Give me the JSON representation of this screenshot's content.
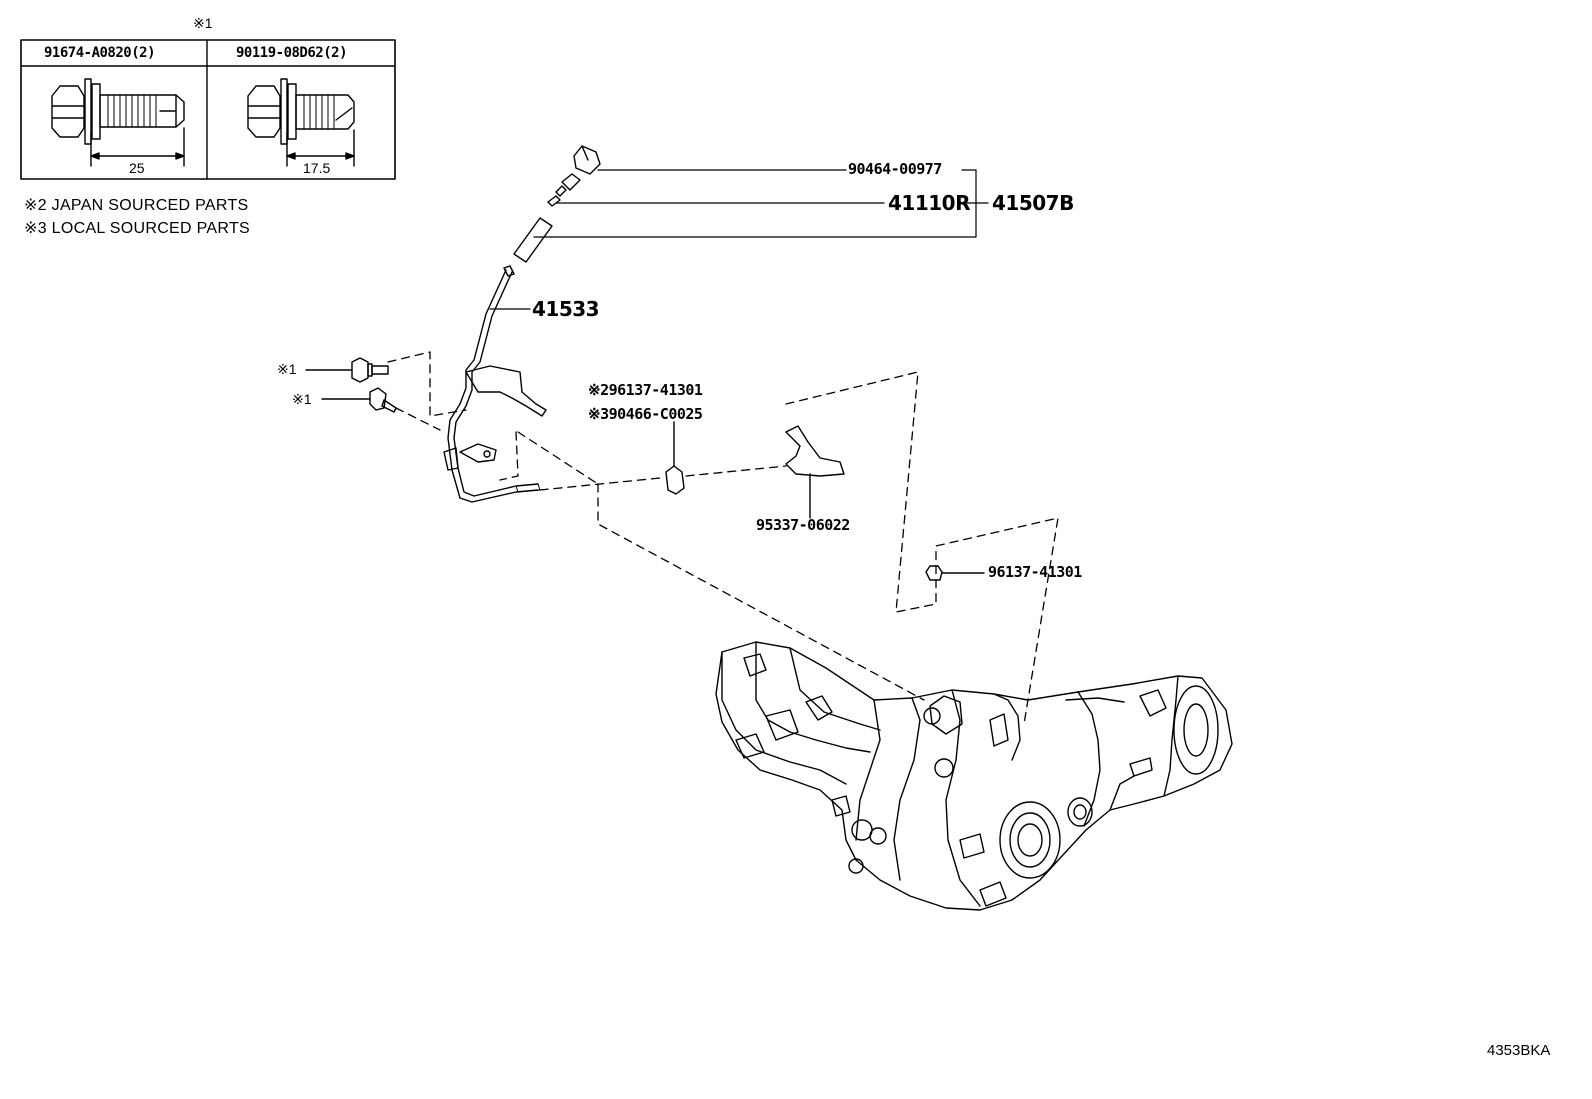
{
  "inset": {
    "marker": "※1",
    "columns": [
      {
        "part": "91674-A0820(2)",
        "dimension": "25"
      },
      {
        "part": "90119-08D62(2)",
        "dimension": "17.5"
      }
    ]
  },
  "notes": [
    "※2 JAPAN SOURCED PARTS",
    "※3 LOCAL SOURCED PARTS"
  ],
  "callouts": {
    "p90464": "90464-00977",
    "p41110R": "41110R",
    "p41507B": "41507B",
    "p41533": "41533",
    "bolt_a": "※1",
    "bolt_b": "※1",
    "clamp_note_2": "※296137-41301",
    "clamp_note_3": "※390466-C0025",
    "p95337": "95337-06022",
    "p96137": "96137-41301"
  },
  "diagram_code": "4353BKA"
}
